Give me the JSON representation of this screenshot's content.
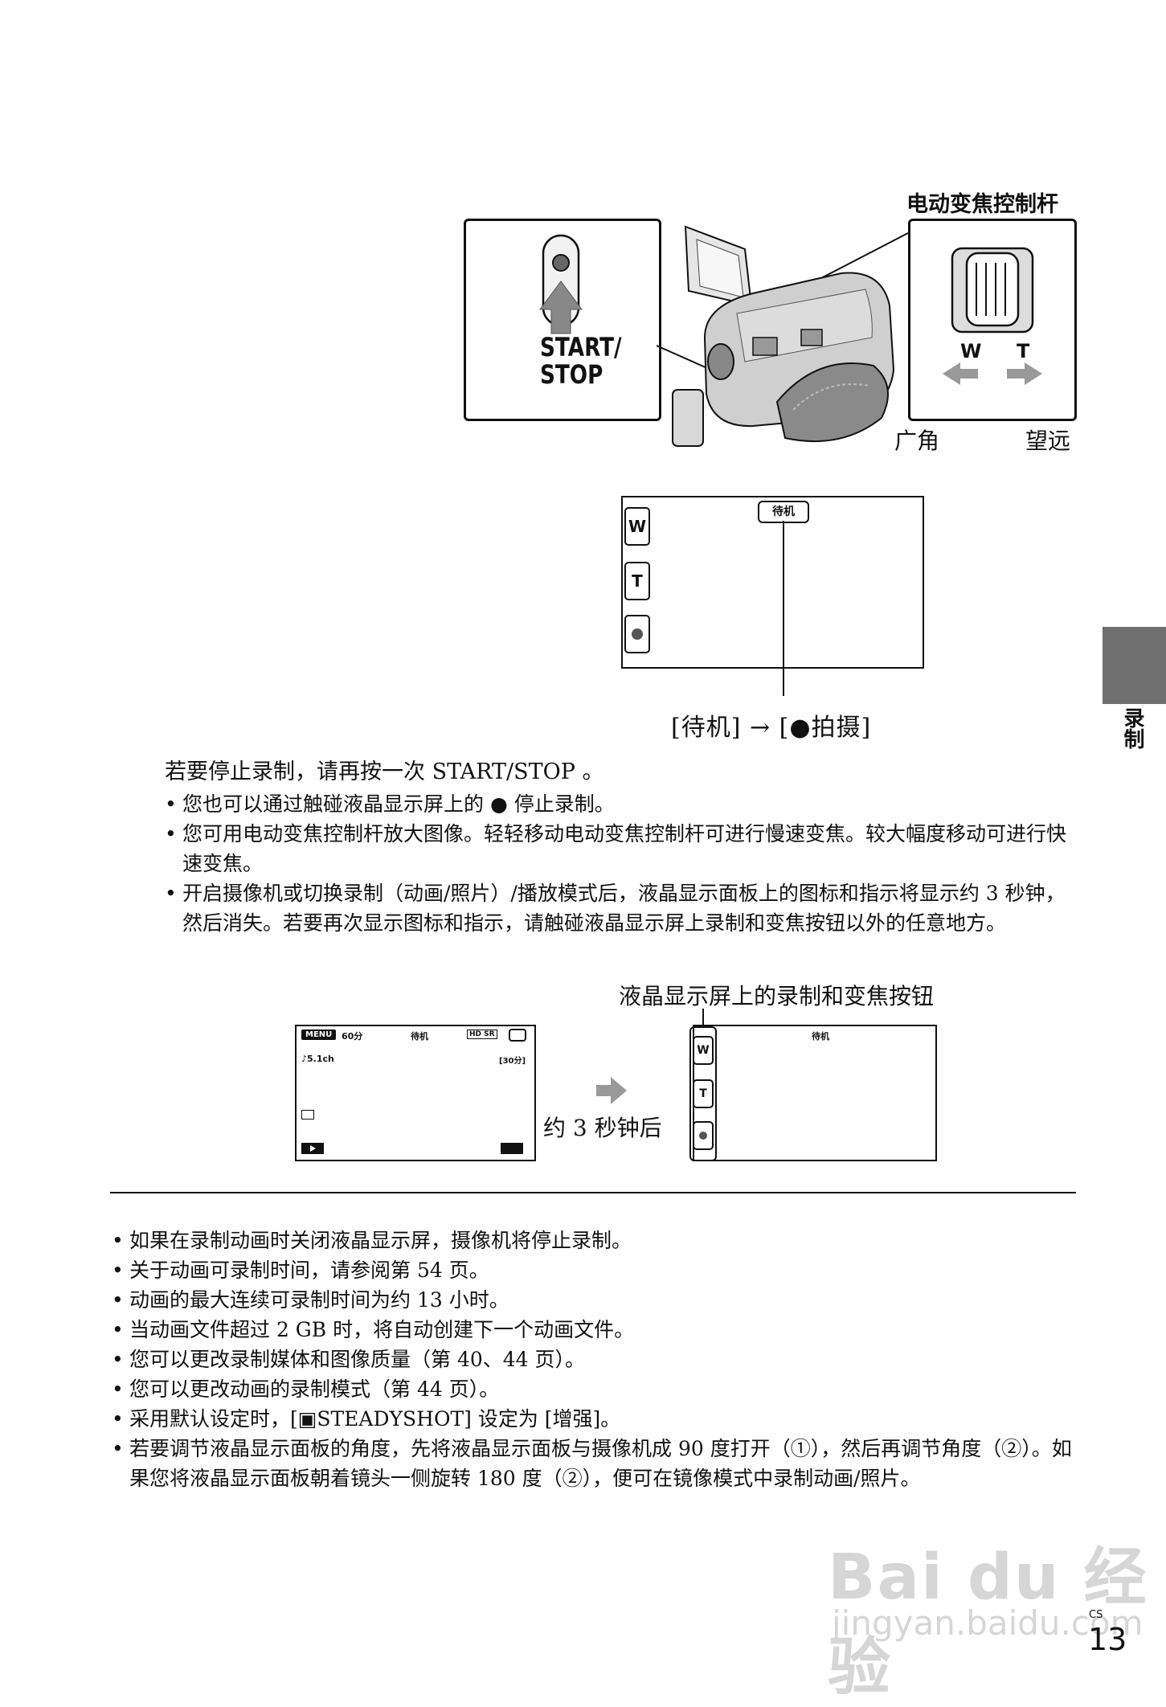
{
  "side_tab": {
    "label": "录制"
  },
  "figure1": {
    "start_stop_label_line1": "START/",
    "start_stop_label_line2": "STOP",
    "zoom_title": "电动变焦控制杆",
    "zoom_w": "W",
    "zoom_t": "T",
    "wide_label": "广角",
    "tele_label": "望远"
  },
  "lcd1": {
    "btn_w": "W",
    "btn_t": "T",
    "standby_tag": "待机",
    "caption": "[待机] → [●拍摄]"
  },
  "intro": "若要停止录制，请再按一次 START/STOP 。",
  "bullets": [
    "您也可以通过触碰液晶显示屏上的 ● 停止录制。",
    "您可用电动变焦控制杆放大图像。轻轻移动电动变焦控制杆可进行慢速变焦。较大幅度移动可进行快速变焦。",
    "开启摄像机或切换录制（动画/照片）/播放模式后，液晶显示面板上的图标和指示将显示约 3 秒钟，然后消失。若要再次显示图标和指示，请触碰液晶显示屏上录制和变焦按钮以外的任意地方。"
  ],
  "figure2": {
    "title": "液晶显示屏上的录制和变焦按钮",
    "menu": "MENU",
    "battery_time": "60分",
    "standby": "待机",
    "quality": "HD SR",
    "audio": "♪5.1ch",
    "remaining": "[30分]",
    "arrow_caption": "约 3 秒钟后",
    "btn_w": "W",
    "btn_t": "T",
    "standby_right": "待机"
  },
  "notes": [
    "如果在录制动画时关闭液晶显示屏，摄像机将停止录制。",
    "关于动画可录制时间，请参阅第 54 页。",
    "动画的最大连续可录制时间为约 13 小时。",
    "当动画文件超过 2 GB 时，将自动创建下一个动画文件。",
    "您可以更改录制媒体和图像质量（第 40、44 页）。",
    "您可以更改动画的录制模式（第 44 页）。",
    "采用默认设定时，[▣STEADYSHOT] 设定为 [增强]。",
    "若要调节液晶显示面板的角度，先将液晶显示面板与摄像机成 90 度打开（①），然后再调节角度（②）。如果您将液晶显示面板朝着镜头一侧旋转 180 度（②），便可在镜像模式中录制动画/照片。"
  ],
  "page": {
    "lang": "CS",
    "number": "13"
  },
  "watermark": {
    "brand": "Bai du 经验",
    "url": "jingyan.baidu.com"
  }
}
